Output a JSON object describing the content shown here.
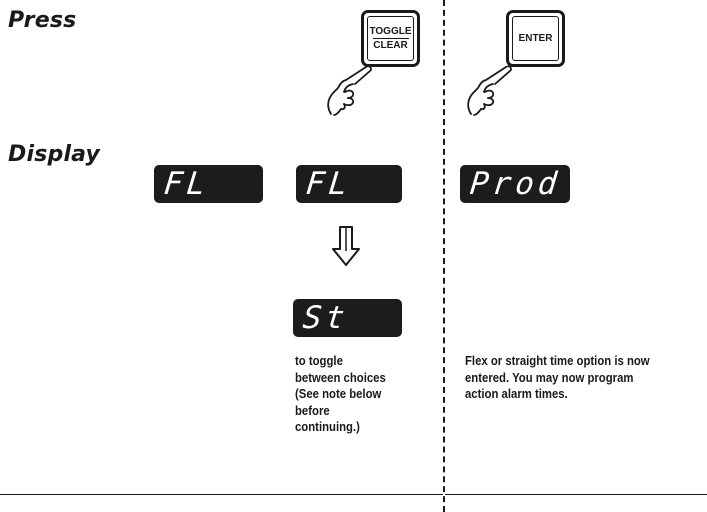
{
  "labels": {
    "press": "Press",
    "display": "Display"
  },
  "keys": {
    "toggle_clear": {
      "line1": "TOGGLE",
      "line2": "CLEAR"
    },
    "enter": {
      "label": "ENTER"
    }
  },
  "displays": {
    "first": "FL",
    "second": "FL",
    "alternate": "St",
    "after_enter": "Prod"
  },
  "notes": {
    "toggle": "to toggle\nbetween choices\n(See note below\nbefore\ncontinuing.)",
    "enter": "Flex or straight time option is now\nentered. You may now program\naction alarm times."
  },
  "icons": {
    "press_hand": "pointing-hand-icon",
    "down_arrow": "down-arrow-icon"
  }
}
